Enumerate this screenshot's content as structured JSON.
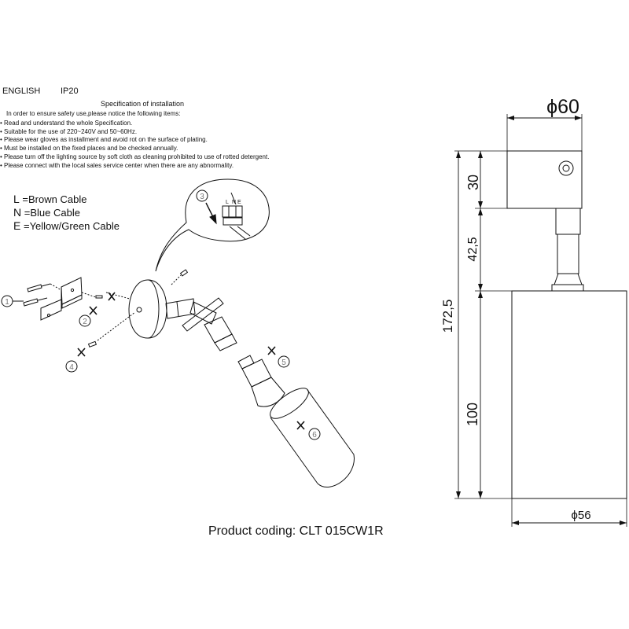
{
  "header": {
    "language": "ENGLISH",
    "ip_rating": "IP20",
    "spec_title": "Specification of installation",
    "intro": "In order to ensure safety use,please notice the following items:"
  },
  "notices": [
    "Read and understand the whole Specification.",
    "Suitable for the use of 220~240V and 50~60Hz.",
    "Please wear gloves as installment and avoid rot on the surface of plating.",
    "Must be installed on the fixed places and be checked annually.",
    "Please turn off the lighting source by soft cloth as cleaning prohibited to use of rotted detergent.",
    "Please connect with the local sales service center when there are any abnormality."
  ],
  "legend": [
    {
      "key": "L",
      "text": "Brown Cable"
    },
    {
      "key": "N",
      "text": "Blue Cable"
    },
    {
      "key": "E",
      "text": "Yellow/Green Cable"
    }
  ],
  "steps": [
    "1",
    "2",
    "3",
    "4",
    "5",
    "6"
  ],
  "terminal_labels": [
    "L",
    "N",
    "E"
  ],
  "dimensions": {
    "top_diameter": "ϕ60",
    "base_height": "30",
    "arm_height": "42,5",
    "total_height": "172,5",
    "body_height": "100",
    "bottom_diameter": "ϕ56"
  },
  "product_coding": "Product coding: CLT 015CW1R",
  "colors": {
    "line": "#111111",
    "background": "#ffffff"
  }
}
